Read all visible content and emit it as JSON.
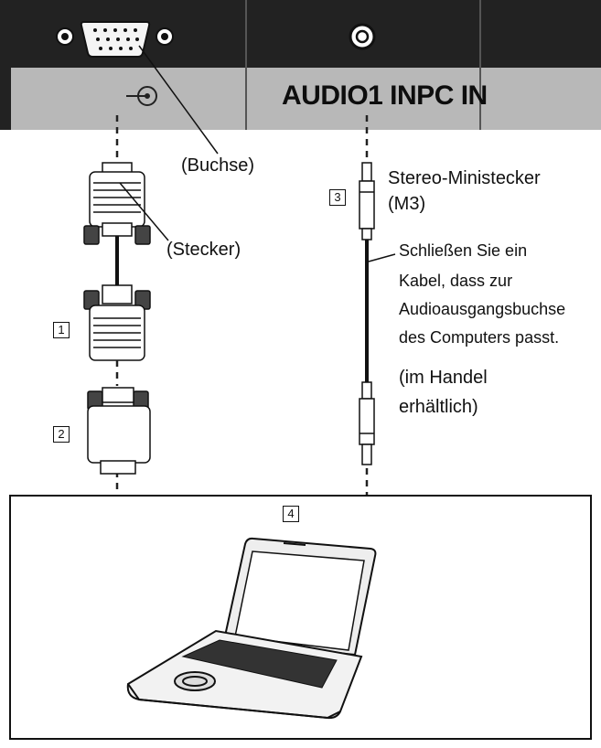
{
  "panel": {
    "audio_port_label": "AUDIO1 INPC IN"
  },
  "labels": {
    "buchse": "(Buchse)",
    "stecker": "(Stecker)",
    "stereo_ministecker": "Stereo-Ministecker",
    "m3": "(M3)",
    "note_lines": [
      "Schließen Sie ein",
      "Kabel, dass zur",
      "Audioausgangsbuchse",
      "des Computers passt."
    ],
    "handel_line1": "(im Handel",
    "handel_line2": "erhältlich)"
  },
  "numbers": [
    "1",
    "2",
    "3",
    "4"
  ]
}
